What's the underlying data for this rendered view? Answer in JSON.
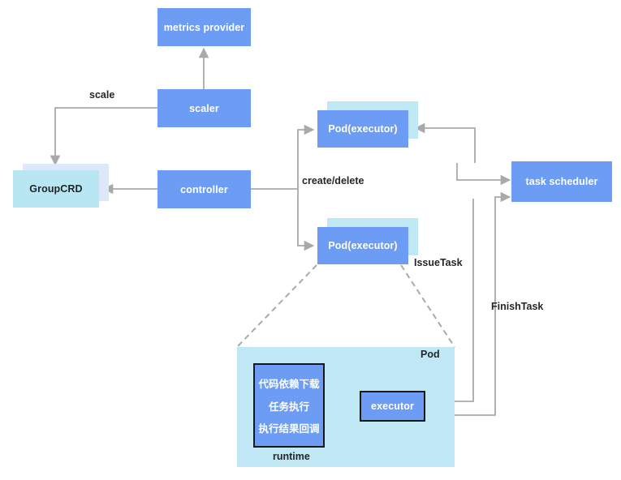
{
  "diagram": {
    "title_present": false,
    "colors": {
      "node_blue": "#6c9cf3",
      "node_cyan": "#b8e6f2",
      "shadow_cyan": "#bfe8f4",
      "shadow_lavender": "#dfe7fa",
      "wire_gray": "#a9a9a9",
      "border_dark": "#18181c",
      "text_dark": "#23262b",
      "text_light": "#ffffff",
      "background": "#ffffff"
    },
    "nodes": {
      "metrics_provider": {
        "label": "metrics provider"
      },
      "scaler": {
        "label": "scaler"
      },
      "controller": {
        "label": "controller"
      },
      "group_crd": {
        "label": "GroupCRD"
      },
      "pod_executor_top": {
        "label": "Pod(executor)"
      },
      "pod_executor_bottom": {
        "label": "Pod(executor)"
      },
      "task_scheduler": {
        "label": "task scheduler"
      },
      "executor": {
        "label": "executor"
      }
    },
    "pod_detail": {
      "pod_caption": "Pod",
      "runtime_caption": "runtime",
      "runtime_steps": [
        "代码依赖下载",
        "任务执行",
        "执行结果回调"
      ]
    },
    "edge_labels": {
      "scale": "scale",
      "create_delete": "create/delete",
      "issue_task": "IssueTask",
      "finish_task": "FinishTask"
    }
  }
}
